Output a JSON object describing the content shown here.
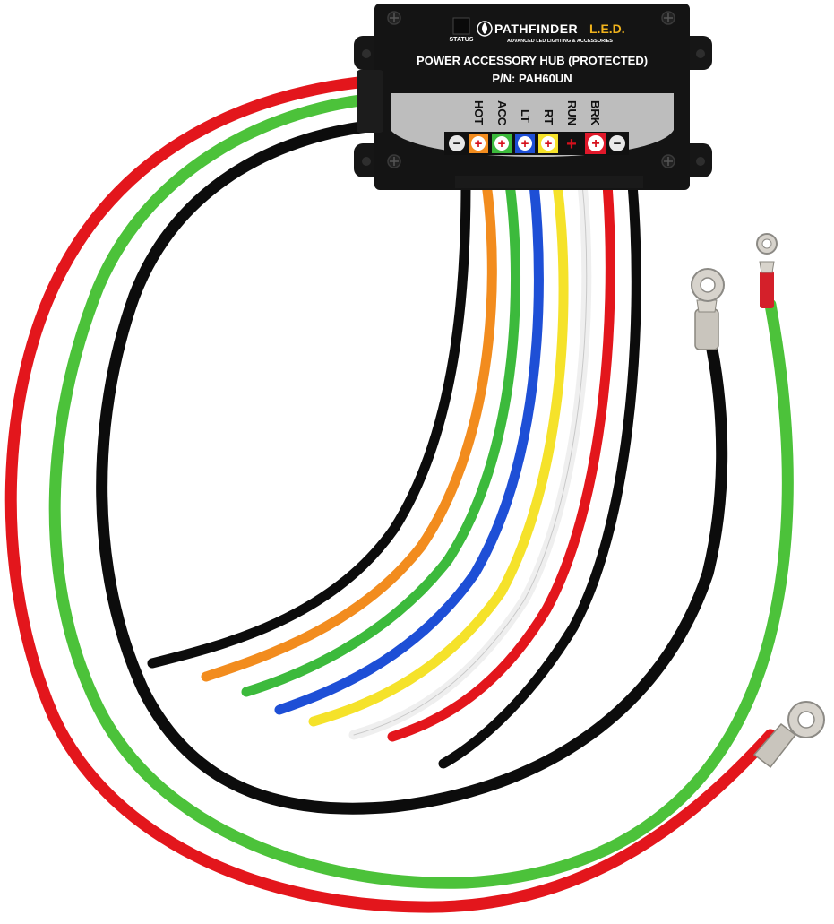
{
  "product": {
    "brand_name": "PATHFINDER",
    "brand_suffix": "L.E.D.",
    "tagline": "ADVANCED LED LIGHTING & ACCESSORIES",
    "status_label": "STATUS",
    "title": "POWER ACCESSORY HUB (PROTECTED)",
    "part_number": "P/N: PAH60UN"
  },
  "terminals": [
    {
      "label": "HOT",
      "symbol": "+",
      "color": "#f28c1e"
    },
    {
      "label": "ACC",
      "symbol": "+",
      "color": "#3cba3c"
    },
    {
      "label": "LT",
      "symbol": "+",
      "color": "#1e4fd6"
    },
    {
      "label": "RT",
      "symbol": "+",
      "color": "#f5e22a"
    },
    {
      "label": "RUN",
      "symbol": "+",
      "color": "#e8e8e8"
    },
    {
      "label": "BRK",
      "symbol": "+",
      "color": "#e0182a"
    }
  ],
  "ground_symbol": "−",
  "colors": {
    "housing": "#141414",
    "panel": "#bdbdbd",
    "wire_red": "#e3161c",
    "wire_green": "#4cc23a",
    "wire_black": "#0c0c0c",
    "wire_orange": "#f28c1e",
    "wire_blue": "#1e4fd6",
    "wire_yellow": "#f5e22a",
    "wire_white": "#f2f2f2"
  },
  "icons": {
    "brand_logo": "flame-badge-icon",
    "ring_terminal": "ring-terminal-icon"
  }
}
